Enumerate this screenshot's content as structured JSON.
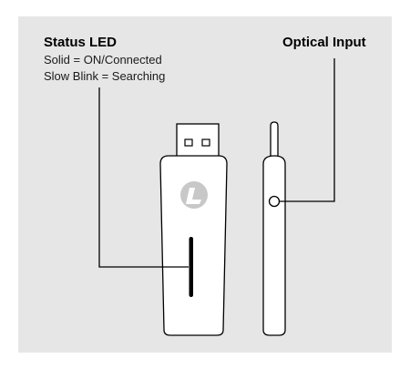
{
  "callouts": {
    "status_led": {
      "title": "Status LED",
      "line1": "Solid = ON/Connected",
      "line2": "Slow Blink = Searching"
    },
    "optical_input": {
      "title": "Optical Input"
    }
  },
  "colors": {
    "panel": "#e6e6e6",
    "device_fill": "#ffffff",
    "outline": "#000000",
    "logo": "#c8c8c8"
  },
  "icons": {
    "logo": "brand-logo-icon"
  }
}
